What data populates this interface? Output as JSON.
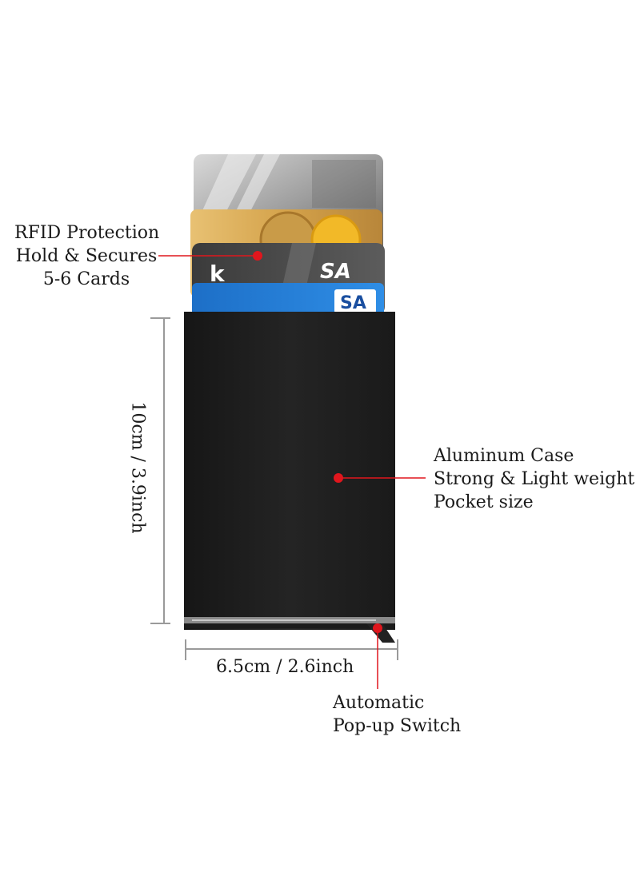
{
  "callouts": {
    "rfid": {
      "lines": [
        "RFID Protection",
        "Hold & Secures",
        "5-6 Cards"
      ]
    },
    "case": {
      "lines": [
        "Aluminum Case",
        "Strong & Light weight",
        "Pocket size"
      ]
    },
    "switch": {
      "lines": [
        "Automatic",
        "Pop-up Switch"
      ]
    }
  },
  "dimensions": {
    "height": "10cm / 3.9inch",
    "width": "6.5cm / 2.6inch"
  },
  "colors": {
    "marker": "#e0161d",
    "case": "#1e1e1e",
    "dimension_line": "#9a9a9a"
  }
}
